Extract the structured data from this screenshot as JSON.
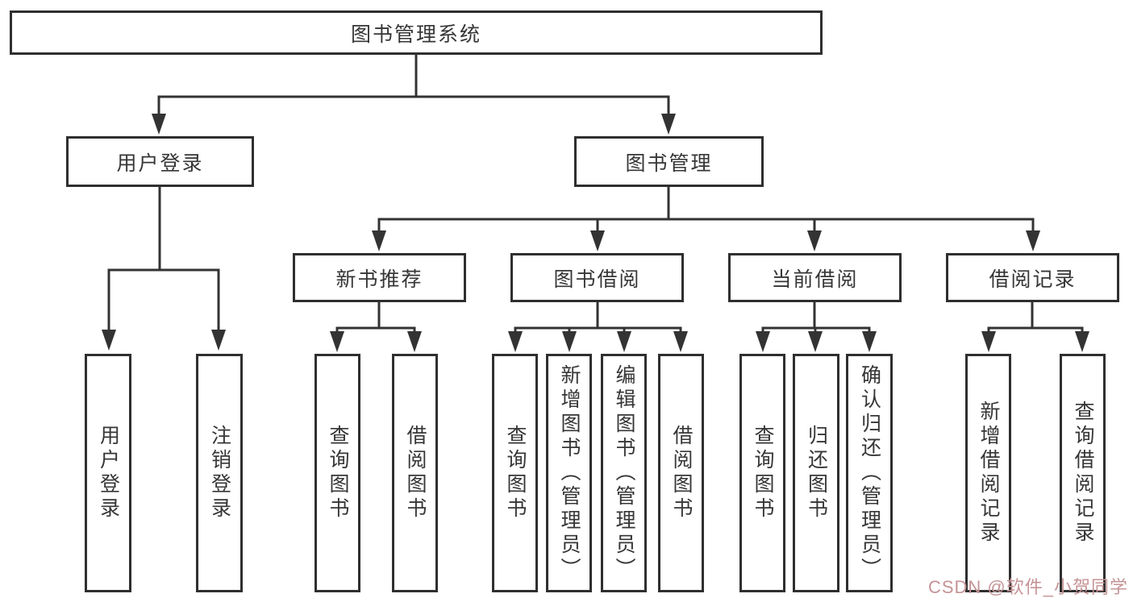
{
  "tree": {
    "label": "图书管理系统",
    "children": [
      {
        "label": "用户登录",
        "children": [
          {
            "label": "用户登录"
          },
          {
            "label": "注销登录"
          }
        ]
      },
      {
        "label": "图书管理",
        "children": [
          {
            "label": "新书推荐",
            "children": [
              {
                "label": "查询图书"
              },
              {
                "label": "借阅图书"
              }
            ]
          },
          {
            "label": "图书借阅",
            "children": [
              {
                "label": "查询图书"
              },
              {
                "label": "新增图书（管理员）"
              },
              {
                "label": "编辑图书（管理员）"
              },
              {
                "label": "借阅图书"
              }
            ]
          },
          {
            "label": "当前借阅",
            "children": [
              {
                "label": "查询图书"
              },
              {
                "label": "归还图书"
              },
              {
                "label": "确认归还（管理员）"
              }
            ]
          },
          {
            "label": "借阅记录",
            "children": [
              {
                "label": "新增借阅记录"
              },
              {
                "label": "查询借阅记录"
              }
            ]
          }
        ]
      }
    ]
  },
  "watermark": {
    "text": "CSDN @软件_小贺同学"
  },
  "colors": {
    "box_border": "#2f2f2f",
    "line": "#333333",
    "text": "#363636",
    "watermark": "#c59396",
    "background": "#ffffff"
  }
}
